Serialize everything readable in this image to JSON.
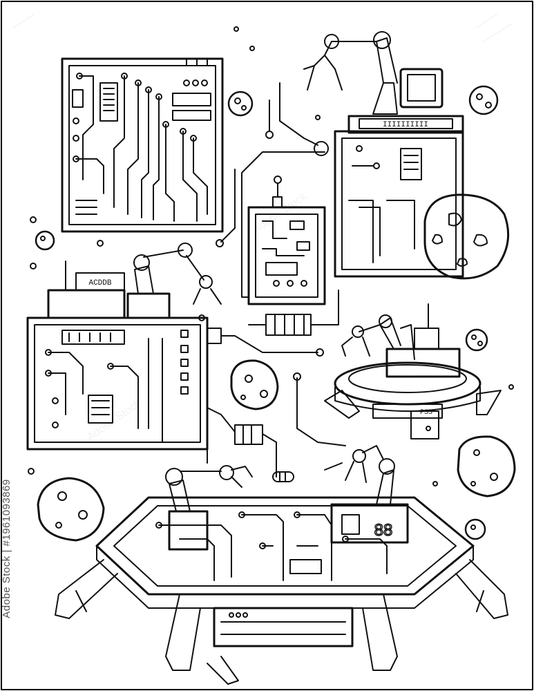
{
  "page": {
    "border_color": "#000000",
    "background": "#ffffff",
    "ink": "#111111"
  },
  "side_label": "Adobe Stock | #1961093869",
  "watermark": "Adobe Stock",
  "scene": {
    "theme": "robotic circuit-board machines among asteroids",
    "labels": {
      "lander_label": "88",
      "top_machine_code": "IIIIIIIIII",
      "small_rover_code": "PSS"
    },
    "icons": [
      "circuit-board",
      "robot-arm",
      "asteroid",
      "lander-platform",
      "connector-plug",
      "chip"
    ]
  }
}
